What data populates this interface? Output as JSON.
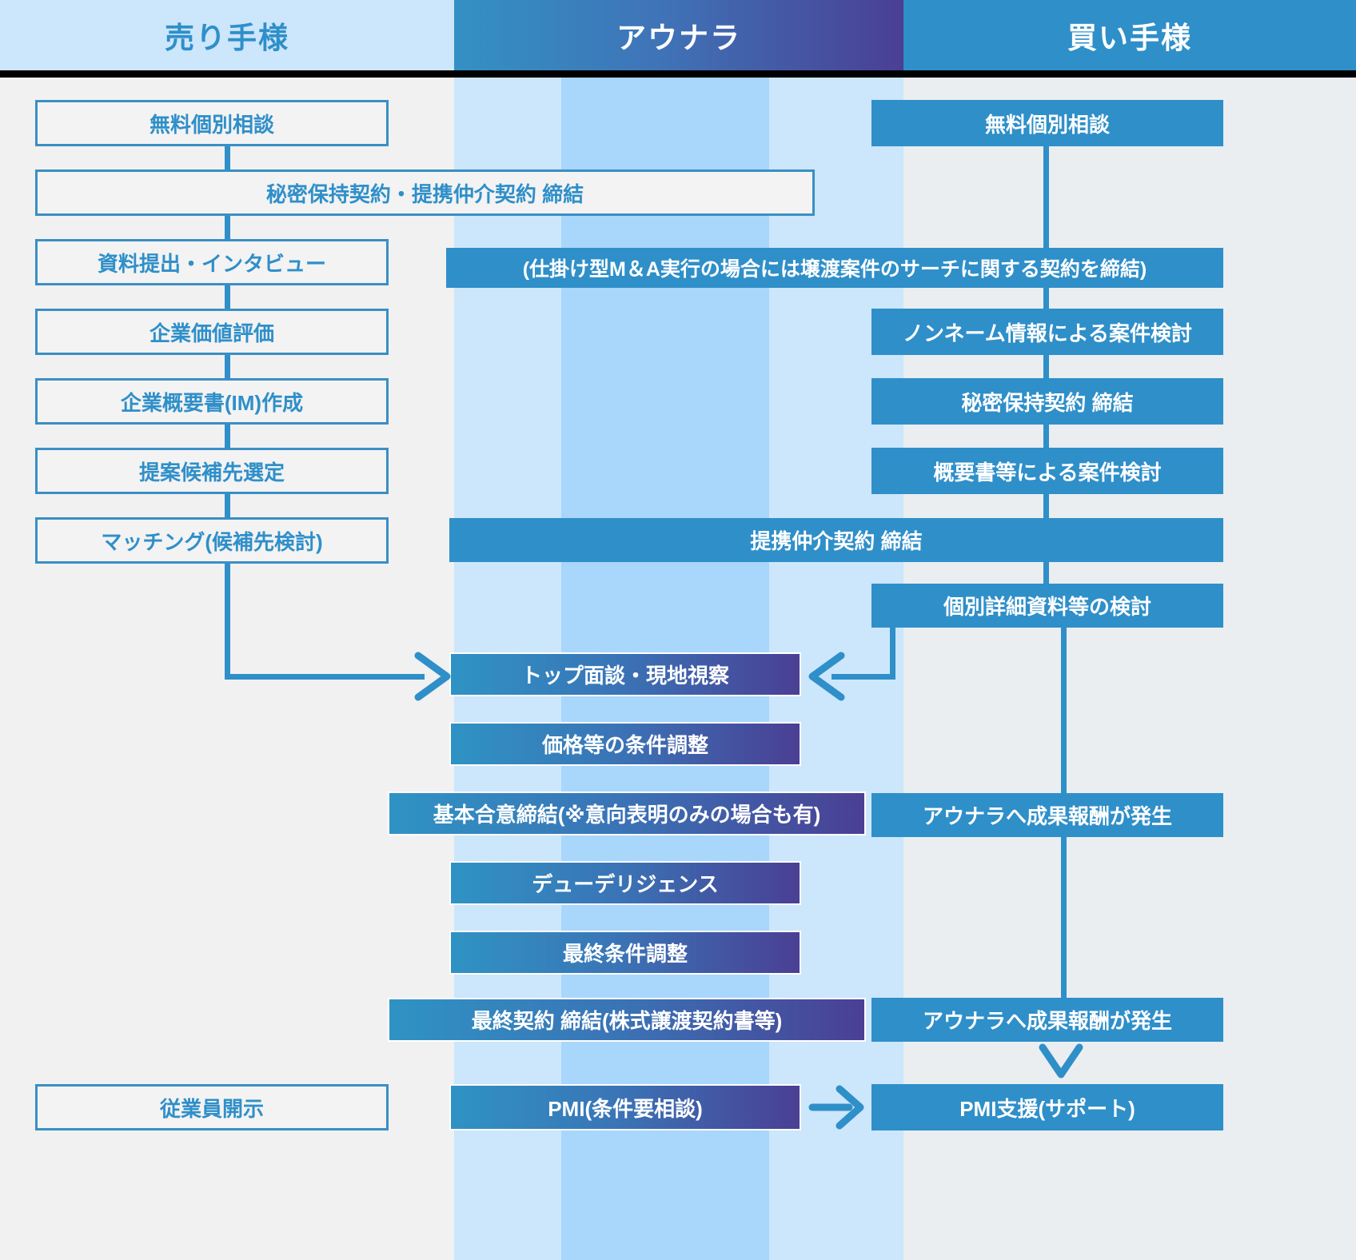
{
  "header": {
    "seller": "売り手様",
    "broker": "アウナラ",
    "buyer": "買い手様"
  },
  "colors": {
    "accent_blue": "#2f8fc9",
    "band_light": "#cce6fb",
    "band_core": "#a9d6fb",
    "gradient_start": "#2f93c4",
    "gradient_end": "#4a3f94",
    "page_bg": "#eceff1",
    "outline_box_bg": "#f3f3f3"
  },
  "seller_steps": [
    {
      "label": "無料個別相談"
    },
    {
      "label": "資料提出・インタビュー"
    },
    {
      "label": "企業価値評価"
    },
    {
      "label": "企業概要書(IM)作成"
    },
    {
      "label": "提案候補先選定"
    },
    {
      "label": "マッチング(候補先検討)"
    },
    {
      "label": "従業員開示"
    }
  ],
  "spanning_steps": [
    {
      "label": "秘密保持契約・提携仲介契約 締結"
    },
    {
      "label": "(仕掛け型M＆A実行の場合には壌渡案件のサーチに関する契約を締結)"
    },
    {
      "label": "提携仲介契約 締結"
    },
    {
      "label": "基本合意締結(※意向表明のみの場合も有)"
    },
    {
      "label": "最終契約 締結(株式譲渡契約書等)"
    }
  ],
  "broker_steps": [
    {
      "label": "トップ面談・現地視察"
    },
    {
      "label": "価格等の条件調整"
    },
    {
      "label": "デューデリジェンス"
    },
    {
      "label": "最終条件調整"
    },
    {
      "label": "PMI(条件要相談)"
    }
  ],
  "buyer_steps": [
    {
      "label": "無料個別相談"
    },
    {
      "label": "ノンネーム情報による案件検討"
    },
    {
      "label": "秘密保持契約 締結"
    },
    {
      "label": "概要書等による案件検討"
    },
    {
      "label": "個別詳細資料等の検討"
    },
    {
      "label": "アウナラへ成果報酬が発生"
    },
    {
      "label": "アウナラへ成果報酬が発生"
    },
    {
      "label": "PMI支援(サポート)"
    }
  ],
  "icons": {
    "flow-arrow-right": "arrow-right-icon",
    "flow-arrow-left": "arrow-left-icon",
    "flow-arrow-down": "arrow-down-icon",
    "process-arrow": "big-down-arrow-icon"
  }
}
